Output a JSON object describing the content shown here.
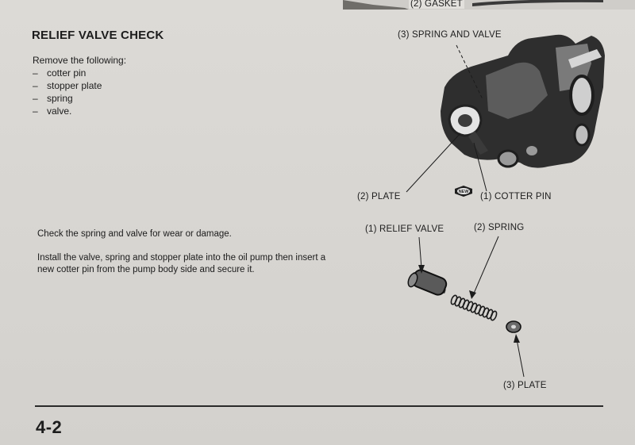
{
  "section": {
    "title": "RELIEF VALVE CHECK",
    "intro": "Remove the following:",
    "removal_items": [
      "cotter pin",
      "stopper plate",
      "spring",
      "valve."
    ],
    "check_text": "Check the spring and valve for wear or damage.",
    "install_text": "Install the valve, spring and stopper plate into the oil pump then insert a new cotter pin from the pump body side and secure it."
  },
  "figure_top": {
    "callouts": {
      "gasket": "(2) GASKET",
      "spring_valve": "(3) SPRING AND VALVE",
      "plate": "(2) PLATE",
      "cotter_pin": "(1) COTTER PIN",
      "new_badge": "NEW"
    }
  },
  "figure_bottom": {
    "callouts": {
      "relief_valve": "(1) RELIEF VALVE",
      "spring": "(2) SPRING",
      "plate": "(3) PLATE"
    }
  },
  "footer": {
    "page_number": "4-2"
  }
}
